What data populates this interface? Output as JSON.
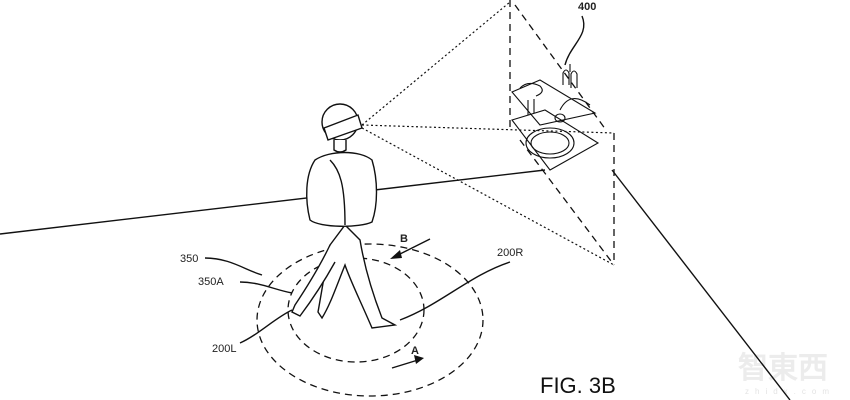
{
  "figure": {
    "title": "FIG. 3B",
    "labels": {
      "display": "400",
      "outer_circle": "350",
      "inner_circle": "350A",
      "left_foot": "200L",
      "right_foot": "200R",
      "arrow_b": "B",
      "arrow_a": "A"
    }
  },
  "watermark": {
    "name": "智東西",
    "url": "zhidx.com"
  }
}
